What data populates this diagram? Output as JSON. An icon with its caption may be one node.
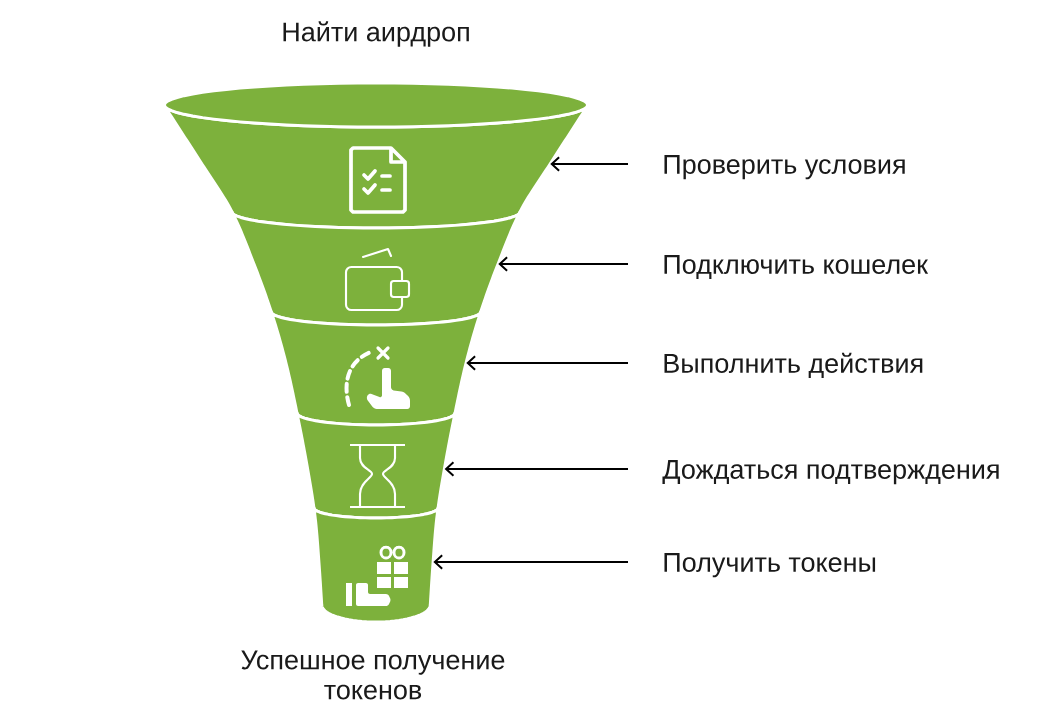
{
  "diagram": {
    "nodes": [
      {
        "text": [],
        "shape": "band"
      },
      {
        "text": [
          "Проверить условия"
        ]
      },
      {
        "text": [],
        "shape": "band"
      },
      {
        "text": [
          "Подключить кошелек"
        ]
      },
      {
        "text": [],
        "shape": "band"
      },
      {
        "text": [
          "Выполнить действия"
        ]
      },
      {
        "text": [],
        "shape": "band"
      },
      {
        "text": [
          "Дождаться подтверждения"
        ]
      },
      {
        "text": [],
        "shape": "band"
      },
      {
        "text": [
          "Получить токены"
        ]
      }
    ],
    "edges": [
      {
        "from": 1,
        "to": 0,
        "arrow": "to"
      },
      {
        "from": 3,
        "to": 2,
        "arrow": "to"
      },
      {
        "from": 5,
        "to": 4,
        "arrow": "to"
      },
      {
        "from": 7,
        "to": 6,
        "arrow": "to"
      },
      {
        "from": 9,
        "to": 8,
        "arrow": "to"
      }
    ],
    "labels": [
      "Найти аирдроп",
      "Успешное получение токенов"
    ]
  }
}
